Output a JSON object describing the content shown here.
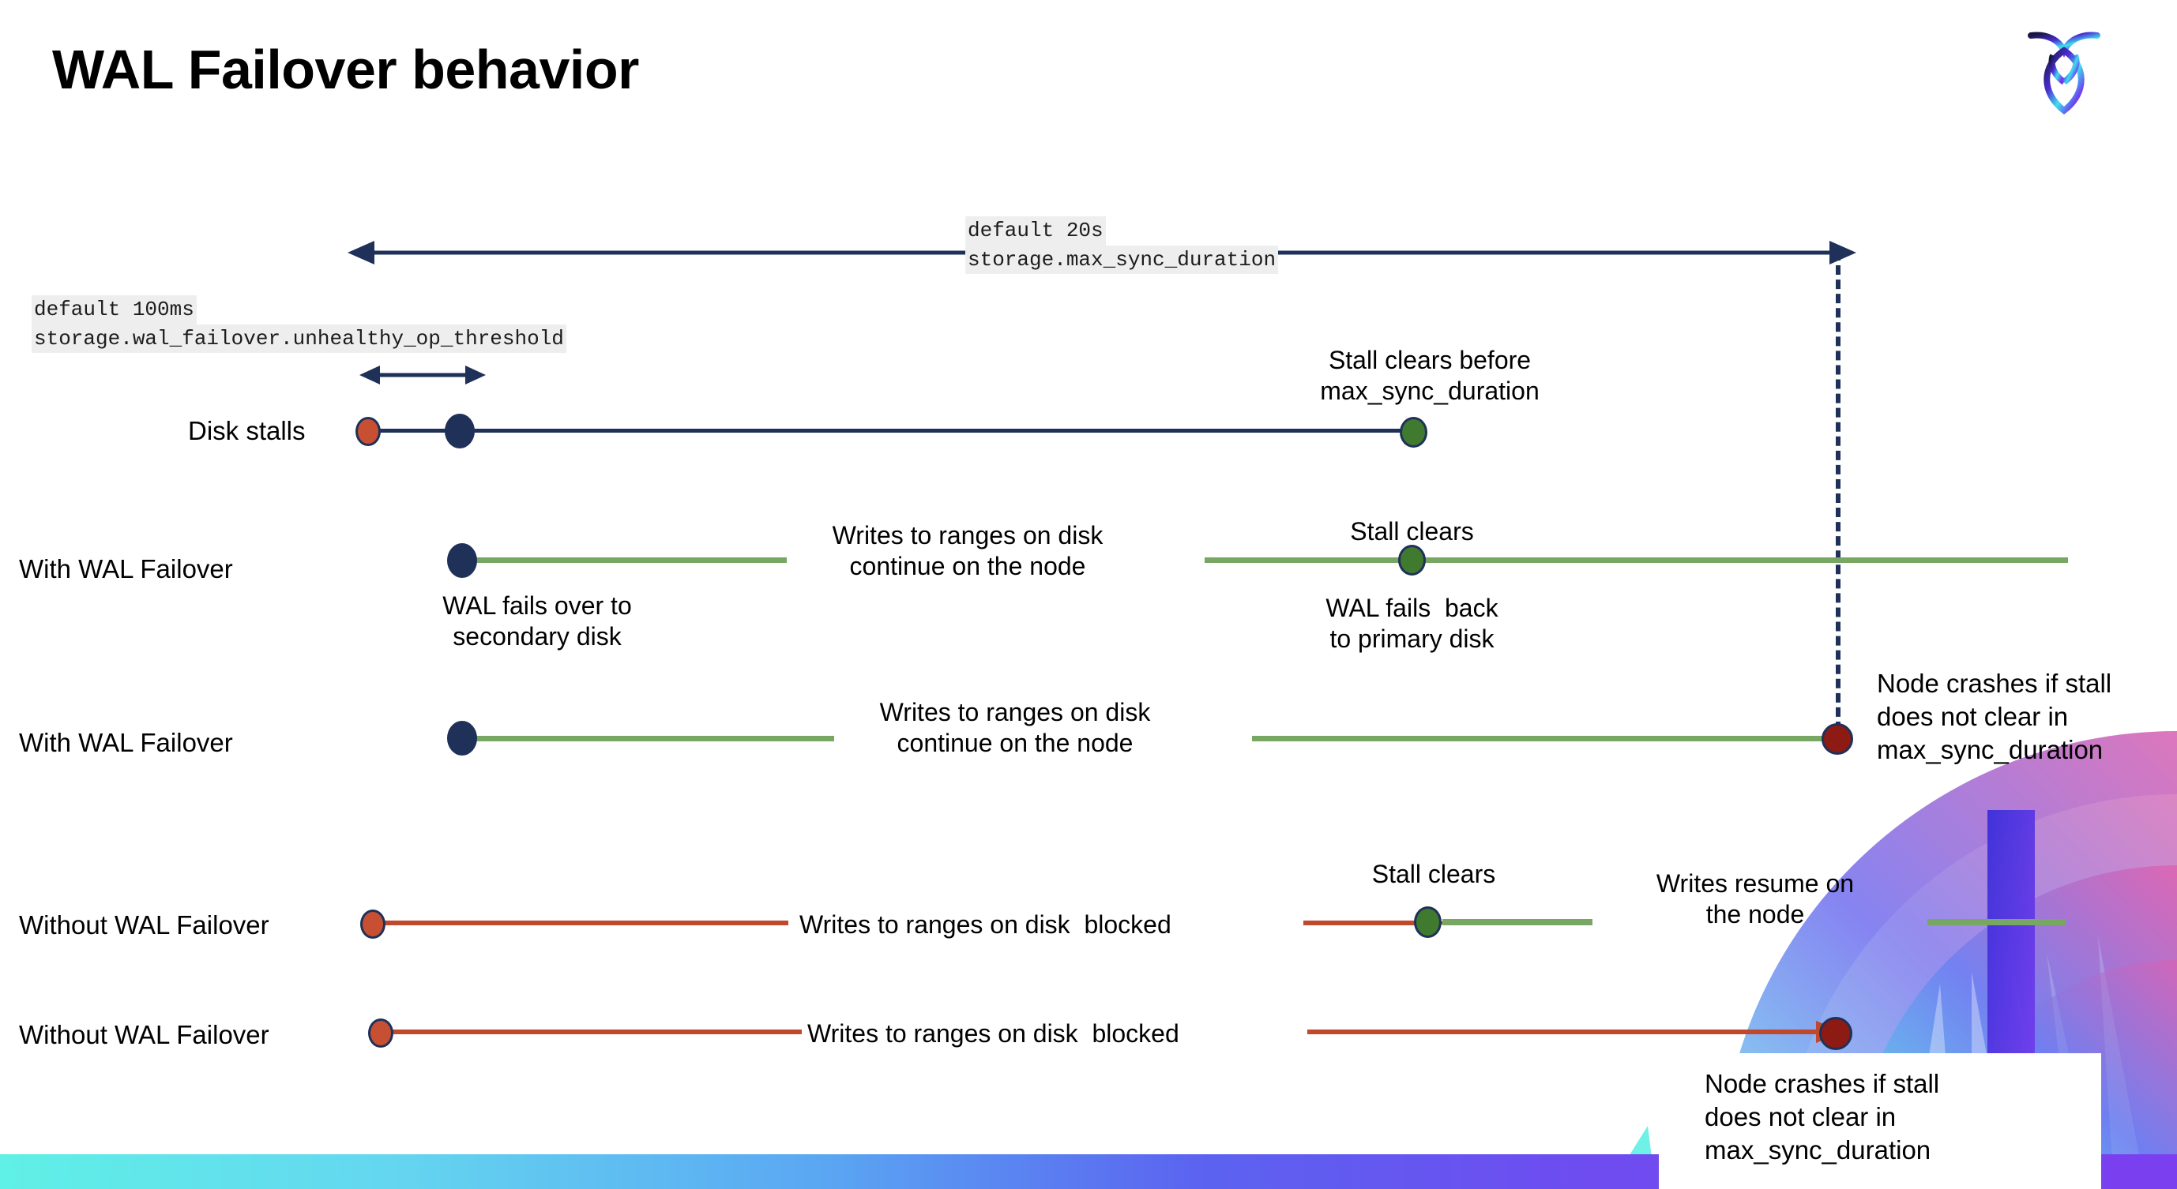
{
  "slide": {
    "title": "WAL Failover behavior",
    "logo_name": "cockroach-labs-logo"
  },
  "settings": {
    "max_sync": {
      "default_line": "default 20s",
      "name_line": "storage.max_sync_duration"
    },
    "unhealthy_op": {
      "default_line": "default 100ms",
      "name_line": "storage.wal_failover.unhealthy_op_threshold"
    }
  },
  "rows": [
    {
      "id": "disk-stalls",
      "label": "Disk stalls",
      "annotation": "Stall clears before\nmax_sync_duration"
    },
    {
      "id": "with-wal-failover-1",
      "label": "With WAL Failover",
      "start_note": "WAL fails over to\nsecondary disk",
      "middle_note": "Writes to ranges on disk\ncontinue on the node",
      "clear_note": "Stall clears",
      "end_note": "WAL fails  back\nto primary disk"
    },
    {
      "id": "with-wal-failover-2",
      "label": "With WAL Failover",
      "middle_note": "Writes to ranges on disk\ncontinue on the node",
      "crash_note": "Node crashes if stall\ndoes not clear in\nmax_sync_duration"
    },
    {
      "id": "without-wal-failover-1",
      "label": "Without WAL Failover",
      "middle_note": "Writes to ranges on disk  blocked",
      "clear_note": "Stall clears",
      "resume_note": "Writes resume on\nthe node"
    },
    {
      "id": "without-wal-failover-2",
      "label": "Without WAL Failover",
      "middle_note": "Writes to ranges on disk  blocked",
      "crash_note": "Node crashes if stall\ndoes not clear in\nmax_sync_duration"
    }
  ],
  "colors": {
    "navy": "#1f3159",
    "green": "#77a762",
    "orange": "#c0482b",
    "stall_clear_dot": "#3f7a2e",
    "crash_dot": "#8d1a13",
    "stall_start_dot": "#c75033",
    "failover_dot": "#1f3159",
    "code_bg": "#eeeeee"
  }
}
